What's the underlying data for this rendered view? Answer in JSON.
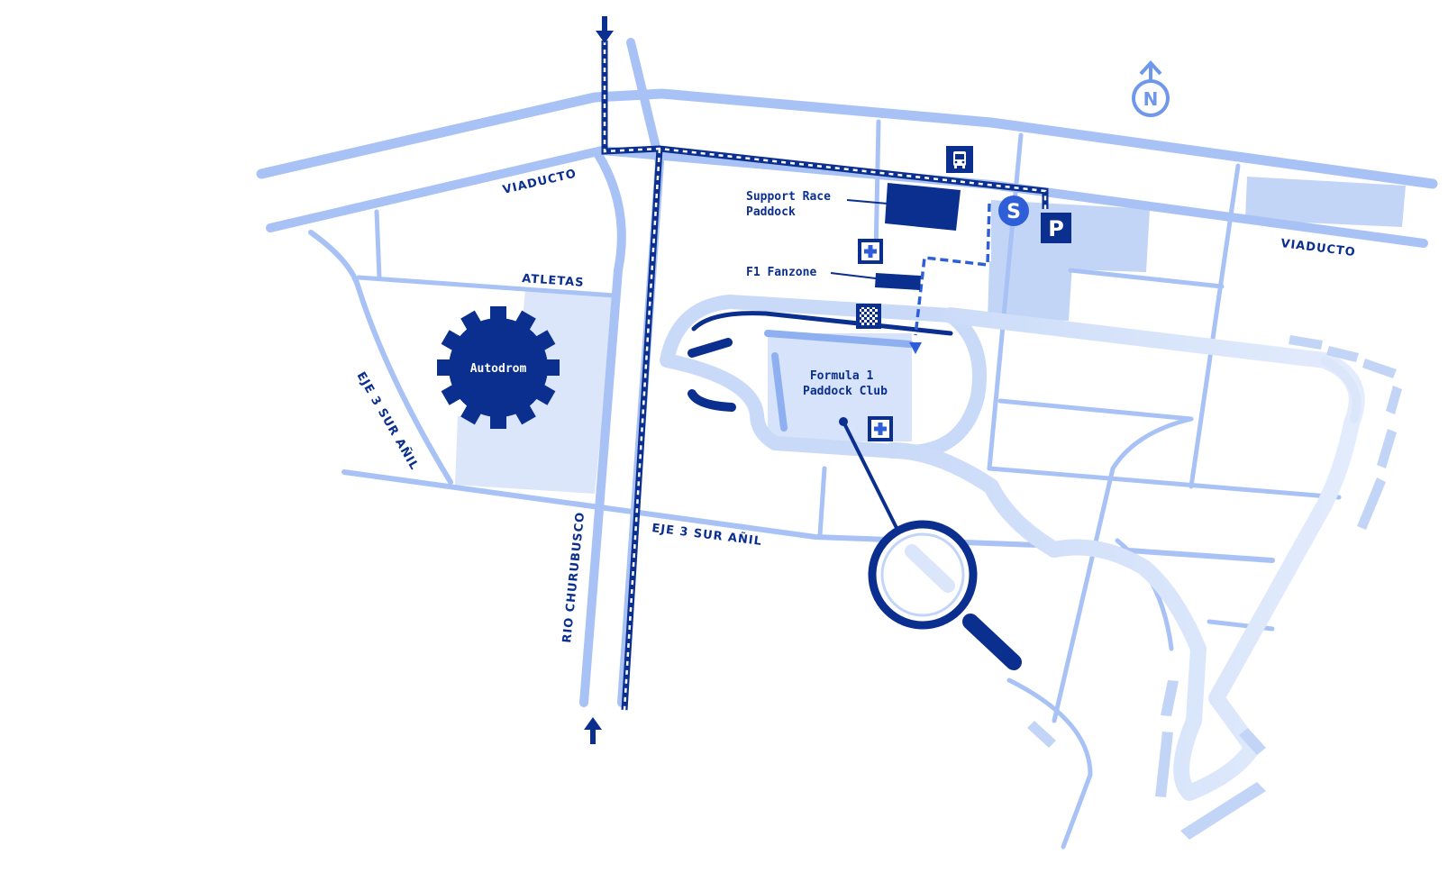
{
  "streets": {
    "viaducto_west": "VIADUCTO",
    "viaducto_east": "VIADUCTO",
    "atletas": "ATLETAS",
    "eje3_sur_anil_diag": "EJE 3 SUR AÑIL",
    "eje3_sur_anil": "EJE 3 SUR AÑIL",
    "rio_churubusco": "RIO CHURUBUSCO"
  },
  "places": {
    "autodrom": "Autodrom",
    "support_race_paddock": [
      "Support Race",
      "Paddock"
    ],
    "f1_fanzone": "F1 Fanzone",
    "paddock_club": [
      "Formula 1",
      "Paddock Club"
    ]
  },
  "symbols": {
    "shuttle": "S",
    "parking": "P",
    "north": "N"
  },
  "icons": {
    "bus": "bus-icon",
    "medical": "medical-cross-icon",
    "checkered_flag": "checkered-flag-icon",
    "magnifier": "magnifier-icon",
    "north_arrow": "north-arrow-icon"
  },
  "colors": {
    "road": "#a9c2f5",
    "road_light": "#c9daf8",
    "area": "#dbe6fb",
    "area_mid": "#c3d5f6",
    "dark": "#0a2f8f",
    "accent": "#2f5fd8",
    "north": "#6f98ea"
  }
}
